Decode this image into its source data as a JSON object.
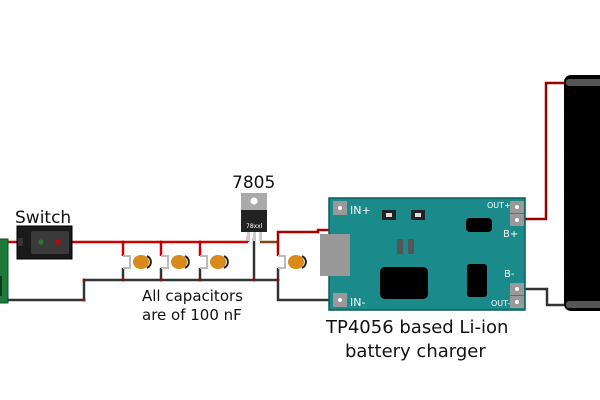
{
  "labels": {
    "switch": "Switch",
    "regulator": "7805",
    "regulator_marking": "78xxl",
    "capacitor_note_line1": "All capacitors",
    "capacitor_note_line2": "are of 100 nF",
    "charger_line1": "TP4056 based Li-ion",
    "charger_line2": "battery charger"
  },
  "charger_pins": {
    "in_plus": "IN+",
    "in_minus": "IN-",
    "out_plus": "OUT+",
    "out_minus": "OUT-",
    "b_plus": "B+",
    "b_minus": "B-"
  },
  "colors": {
    "positive_wire": "#cc0000",
    "positive_wire_dark": "#990000",
    "ground_wire": "#333333",
    "regulator_out_wire": "#8b4513",
    "board": "#1a8a8a",
    "capacitor": "#d98a1a",
    "input_connector": "#1e7a3a",
    "battery": "#000000"
  },
  "components": [
    {
      "name": "input-connector"
    },
    {
      "name": "switch"
    },
    {
      "name": "capacitor-1",
      "value": "100 nF"
    },
    {
      "name": "capacitor-2",
      "value": "100 nF"
    },
    {
      "name": "capacitor-3",
      "value": "100 nF"
    },
    {
      "name": "capacitor-4",
      "value": "100 nF"
    },
    {
      "name": "voltage-regulator-7805"
    },
    {
      "name": "tp4056-charger-board"
    },
    {
      "name": "li-ion-battery"
    }
  ]
}
